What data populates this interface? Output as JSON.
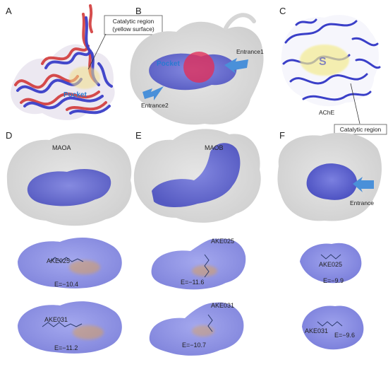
{
  "panels": {
    "A": {
      "letter": "A",
      "pocket_label": "Pocket"
    },
    "B": {
      "letter": "B",
      "pocket_label": "Pocket",
      "entrance1": "Entrance1",
      "entrance2": "Entrance2"
    },
    "C": {
      "letter": "C",
      "protein_label": "AChE"
    },
    "D": {
      "letter": "D",
      "protein_label": "MAOA"
    },
    "E": {
      "letter": "E",
      "protein_label": "MAOB"
    },
    "F": {
      "letter": "F",
      "entrance": "Entrance"
    }
  },
  "callouts": {
    "catalytic_region_yellow_line1": "Catalytic region",
    "catalytic_region_yellow_line2": "(yellow surface)",
    "catalytic_region": "Catalytic region"
  },
  "docking": {
    "maoa_ake025": {
      "compound": "AKE025",
      "energy": "E=−10.4"
    },
    "maoa_ake031": {
      "compound": "AKE031",
      "energy": "E=−11.2"
    },
    "maob_ake025": {
      "compound": "AKE025",
      "energy": "E=−11.6"
    },
    "maob_ake031": {
      "compound": "AKE031",
      "energy": "E=−10.7"
    },
    "ache_ake025": {
      "compound": "AKE025",
      "energy": "E=−9.9"
    },
    "ache_ake031": {
      "compound": "AKE031",
      "energy": "E=−9.6"
    }
  },
  "colors": {
    "surface_grey": "#d9d9d9",
    "surface_blue": "#5a5fd0",
    "ribbon_blue": "#3a3fc8",
    "ribbon_red": "#d23a3a",
    "yellow_region": "#f4ec90",
    "red_pocket": "#e0305a",
    "arrow_blue": "#4a90d9",
    "pocket_text": "#2a7ad0",
    "ligand_orange": "#e6a040"
  }
}
